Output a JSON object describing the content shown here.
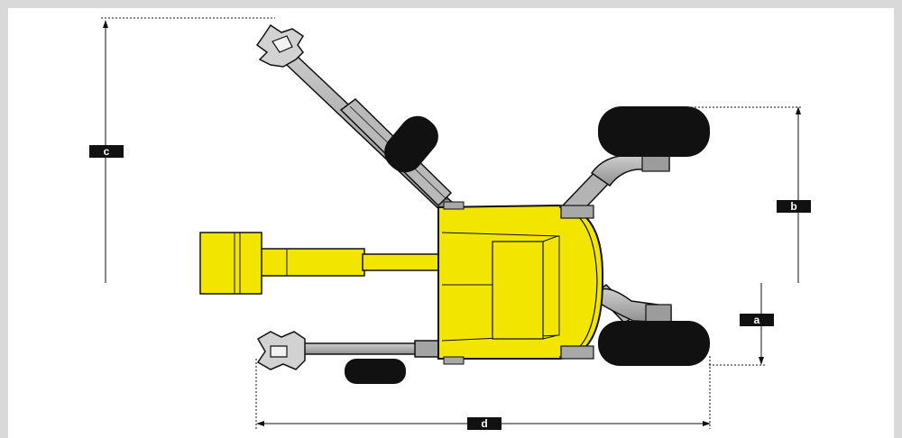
{
  "labels": {
    "a": "a",
    "b": "b",
    "c": "c",
    "d": "d"
  },
  "colors": {
    "machine_yellow": "#f2e600",
    "tire_black": "#111111",
    "arm_gray": "#a8a8a8",
    "background_gray": "#d9d9d9"
  }
}
